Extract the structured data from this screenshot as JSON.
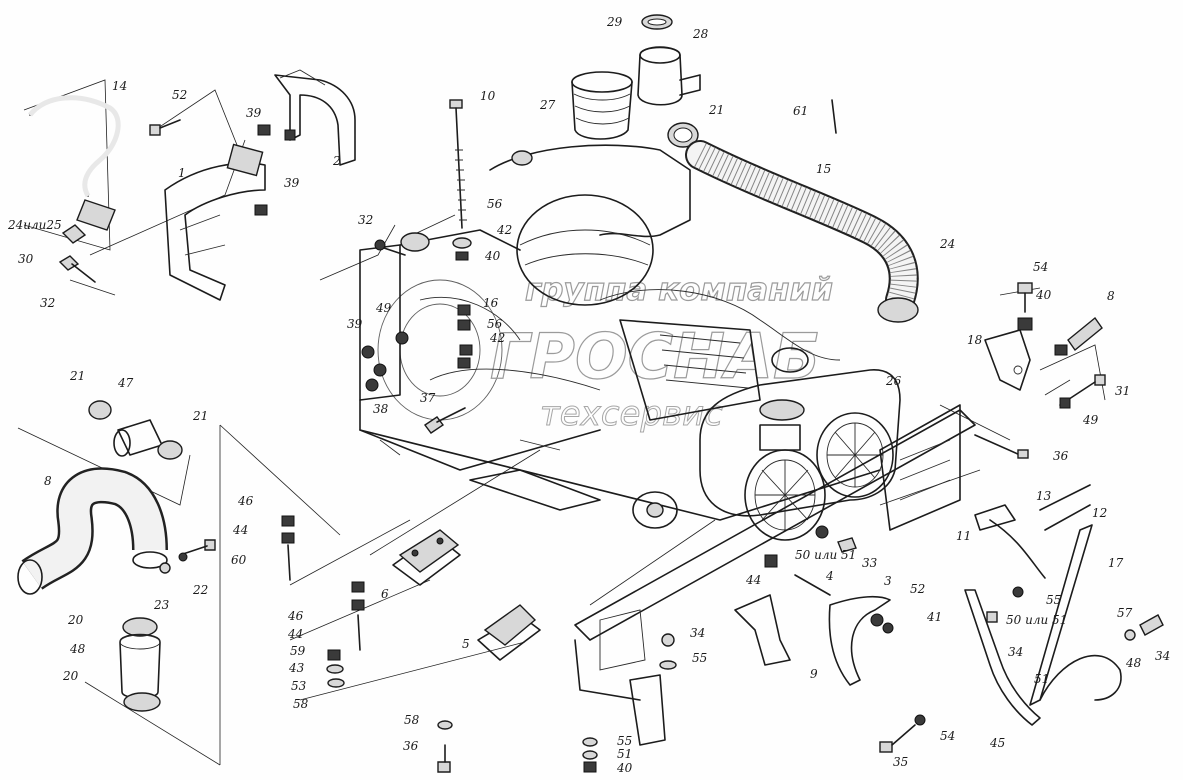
{
  "watermark": {
    "line1": "группа компаний",
    "line2": "ГРОСНАБ",
    "line3": "техсервис"
  },
  "callouts": [
    {
      "id": "c14",
      "text": "14"
    },
    {
      "id": "c52a",
      "text": "52"
    },
    {
      "id": "c39a",
      "text": "39"
    },
    {
      "id": "c2",
      "text": "2"
    },
    {
      "id": "c10",
      "text": "10"
    },
    {
      "id": "c29",
      "text": "29"
    },
    {
      "id": "c28",
      "text": "28"
    },
    {
      "id": "c27",
      "text": "27"
    },
    {
      "id": "c21a",
      "text": "21"
    },
    {
      "id": "c61",
      "text": "61"
    },
    {
      "id": "c15",
      "text": "15"
    },
    {
      "id": "c1",
      "text": "1"
    },
    {
      "id": "c39b",
      "text": "39"
    },
    {
      "id": "c56a",
      "text": "56"
    },
    {
      "id": "c42a",
      "text": "42"
    },
    {
      "id": "c24mm",
      "text": "24или25"
    },
    {
      "id": "c30a",
      "text": "30"
    },
    {
      "id": "c32a",
      "text": "32"
    },
    {
      "id": "c32b",
      "text": "32"
    },
    {
      "id": "c40a",
      "text": "40"
    },
    {
      "id": "c49a",
      "text": "49"
    },
    {
      "id": "c16",
      "text": "16"
    },
    {
      "id": "c39c",
      "text": "39"
    },
    {
      "id": "c56b",
      "text": "56"
    },
    {
      "id": "c42b",
      "text": "42"
    },
    {
      "id": "c24",
      "text": "24"
    },
    {
      "id": "c54a",
      "text": "54"
    },
    {
      "id": "c40b",
      "text": "40"
    },
    {
      "id": "c8a",
      "text": "8"
    },
    {
      "id": "c18",
      "text": "18"
    },
    {
      "id": "c26",
      "text": "26"
    },
    {
      "id": "c31a",
      "text": "31"
    },
    {
      "id": "c49b",
      "text": "49"
    },
    {
      "id": "c21b",
      "text": "21"
    },
    {
      "id": "c47",
      "text": "47"
    },
    {
      "id": "c21c",
      "text": "21"
    },
    {
      "id": "c38a",
      "text": "38"
    },
    {
      "id": "c37",
      "text": "37"
    },
    {
      "id": "c36a",
      "text": "36"
    },
    {
      "id": "c8b",
      "text": "8"
    },
    {
      "id": "c46a",
      "text": "46"
    },
    {
      "id": "c44a",
      "text": "44"
    },
    {
      "id": "c60",
      "text": "60"
    },
    {
      "id": "c22",
      "text": "22"
    },
    {
      "id": "c23",
      "text": "23"
    },
    {
      "id": "c13",
      "text": "13"
    },
    {
      "id": "c12",
      "text": "12"
    },
    {
      "id": "c11",
      "text": "11"
    },
    {
      "id": "c6",
      "text": "6"
    },
    {
      "id": "c50a",
      "text": "50 или 51"
    },
    {
      "id": "c33",
      "text": "33"
    },
    {
      "id": "c17",
      "text": "17"
    },
    {
      "id": "c44b",
      "text": "44"
    },
    {
      "id": "c4",
      "text": "4"
    },
    {
      "id": "c3",
      "text": "3"
    },
    {
      "id": "c52b",
      "text": "52"
    },
    {
      "id": "c55a",
      "text": "55"
    },
    {
      "id": "c50b",
      "text": "50 или 51"
    },
    {
      "id": "c41",
      "text": "41"
    },
    {
      "id": "c20a",
      "text": "20"
    },
    {
      "id": "c46b",
      "text": "46"
    },
    {
      "id": "c44c",
      "text": "44"
    },
    {
      "id": "c59",
      "text": "59"
    },
    {
      "id": "c43",
      "text": "43"
    },
    {
      "id": "c53",
      "text": "53"
    },
    {
      "id": "c58a",
      "text": "58"
    },
    {
      "id": "c5",
      "text": "5"
    },
    {
      "id": "c34a",
      "text": "34"
    },
    {
      "id": "c55b",
      "text": "55"
    },
    {
      "id": "c9",
      "text": "9"
    },
    {
      "id": "c34b",
      "text": "34"
    },
    {
      "id": "c57",
      "text": "57"
    },
    {
      "id": "c48b",
      "text": "48"
    },
    {
      "id": "c34c",
      "text": "34"
    },
    {
      "id": "c48a",
      "text": "48"
    },
    {
      "id": "c20b",
      "text": "20"
    },
    {
      "id": "c51a",
      "text": "51"
    },
    {
      "id": "c58b",
      "text": "58"
    },
    {
      "id": "c55c",
      "text": "55"
    },
    {
      "id": "c36b",
      "text": "36"
    },
    {
      "id": "c51b",
      "text": "51"
    },
    {
      "id": "c40c",
      "text": "40"
    },
    {
      "id": "c54b",
      "text": "54"
    },
    {
      "id": "c45",
      "text": "45"
    },
    {
      "id": "c35",
      "text": "35"
    }
  ]
}
